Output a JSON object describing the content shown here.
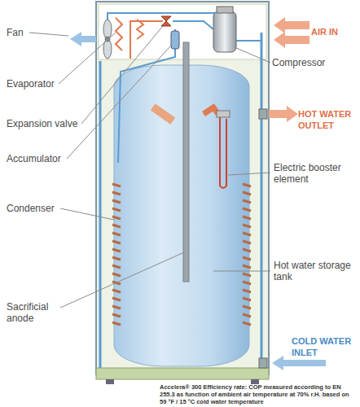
{
  "diagram": {
    "caption": "Accelera® 300 Efficiency rate: COP measured according to EN 255.3 as function of ambient air temperature at 70% r.H. based on 59 °F / 15 °C cold water temperature",
    "labels": [
      "Fan",
      "AIR IN",
      "Evaporator",
      "Compressor",
      "Expansion valve",
      "HOT WATER OUTLET",
      "Accumulator",
      "Electric booster element",
      "Condenser",
      "Hot water storage tank",
      "Sacrificial anode",
      "COLD WATER INLET"
    ]
  }
}
